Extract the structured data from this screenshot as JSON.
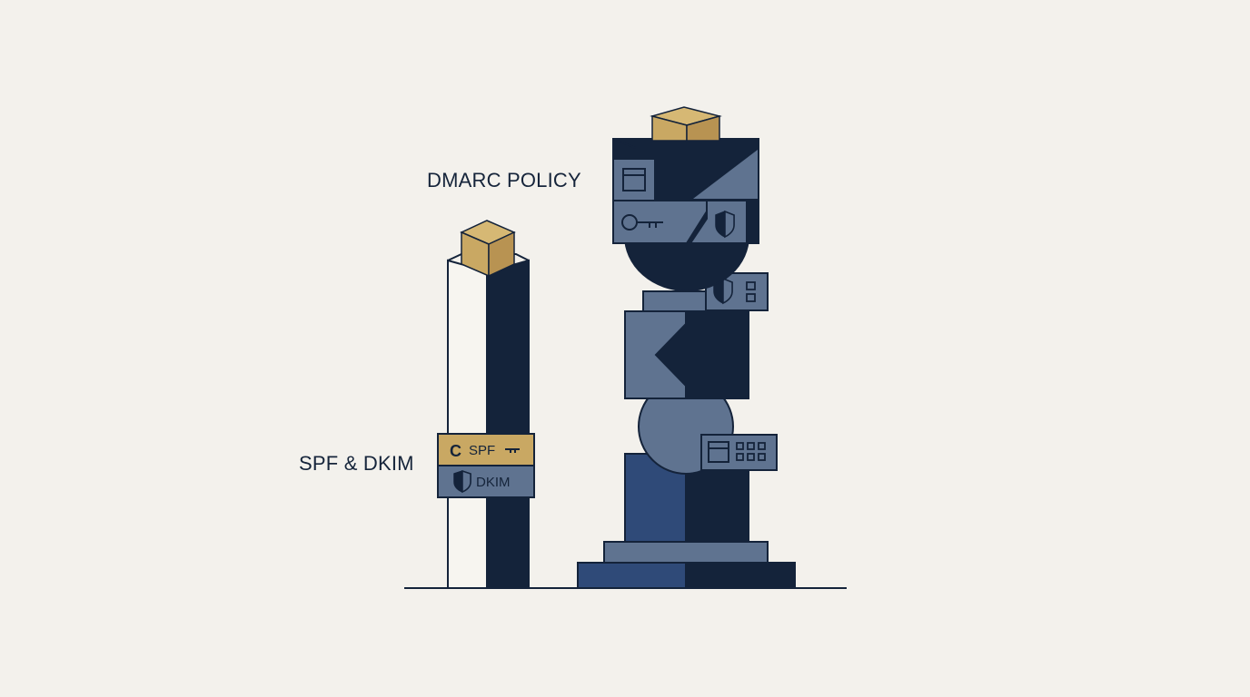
{
  "labels": {
    "top": "DMARC POLICY",
    "bottom": "SPF & DKIM"
  },
  "tags": {
    "spf": "SPF",
    "dkim": "DKIM"
  },
  "icons": {
    "key": "key-icon",
    "shield": "shield-icon",
    "window": "window-icon",
    "grid": "grid-icon",
    "cube": "cube-icon"
  },
  "colors": {
    "background": "#f3f1ec",
    "navy": "#14233a",
    "slate": "#5f7390",
    "blue": "#2f4a78",
    "gold": "#c9a863",
    "outline": "#14233a"
  }
}
